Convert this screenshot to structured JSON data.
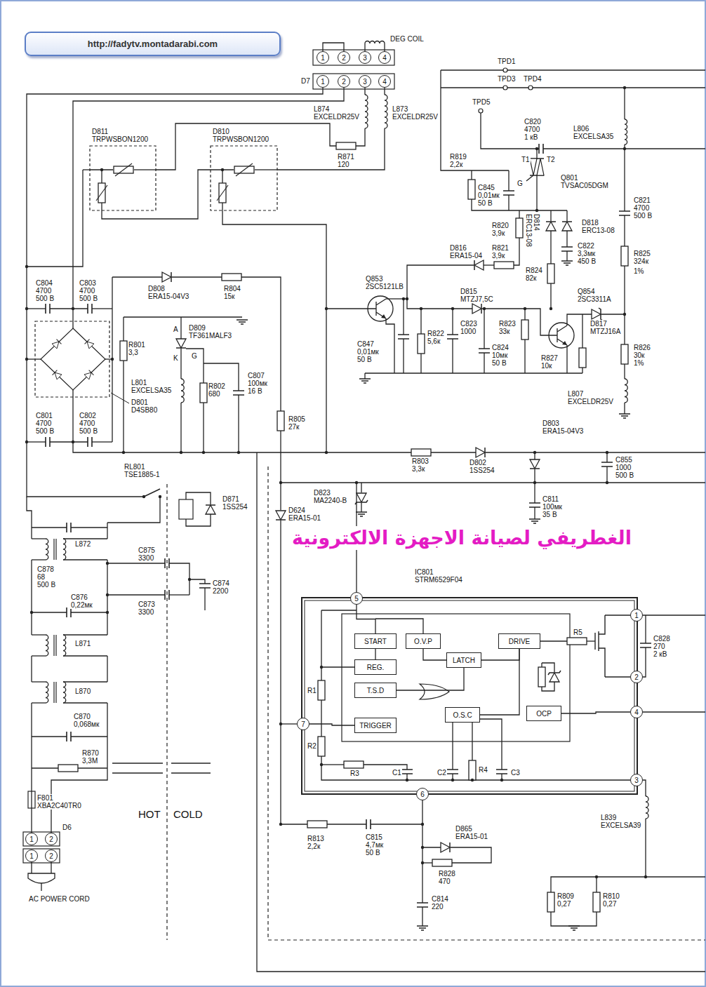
{
  "diagram": {
    "nodes": [
      {
        "text": [
          "http://fadytv.montadarabi.com"
        ]
      },
      {
        "text": [
          "1"
        ]
      },
      {
        "text": [
          "2"
        ]
      },
      {
        "text": [
          "3"
        ]
      },
      {
        "text": [
          "4"
        ]
      },
      {
        "text": [
          "1"
        ]
      },
      {
        "text": [
          "2"
        ]
      },
      {
        "text": [
          "3"
        ]
      },
      {
        "text": [
          "4"
        ]
      },
      {
        "text": [
          "5"
        ]
      },
      {
        "text": [
          "1"
        ]
      },
      {
        "text": [
          "START"
        ]
      },
      {
        "text": [
          "O.V.P"
        ]
      },
      {
        "text": [
          "DRIVE"
        ]
      },
      {
        "text": [
          "LATCH"
        ]
      },
      {
        "text": [
          "REG."
        ]
      },
      {
        "text": [
          "2"
        ]
      },
      {
        "text": [
          "T.S.D"
        ]
      },
      {
        "text": [
          "O.S.C"
        ]
      },
      {
        "text": [
          "OCP"
        ]
      },
      {
        "text": [
          "4"
        ]
      },
      {
        "text": [
          "7"
        ]
      },
      {
        "text": [
          "TRIGGER"
        ]
      },
      {
        "text": [
          "3"
        ]
      },
      {
        "text": [
          "6"
        ]
      },
      {
        "text": [
          "1"
        ]
      },
      {
        "text": [
          "2"
        ]
      },
      {
        "text": [
          "1"
        ]
      },
      {
        "text": [
          "2"
        ]
      }
    ],
    "edges": [
      {
        "from": 1,
        "to": 2,
        "arrow": "none"
      },
      {
        "from": 12,
        "to": 14,
        "arrow": "none"
      },
      {
        "from": 17,
        "to": 14,
        "arrow": "none"
      },
      {
        "from": 14,
        "to": 13,
        "arrow": "none"
      },
      {
        "from": 18,
        "to": 13,
        "arrow": "none"
      },
      {
        "from": 19,
        "to": 20,
        "arrow": "none"
      },
      {
        "from": 9,
        "to": 11,
        "arrow": "none"
      },
      {
        "from": 21,
        "to": 22,
        "arrow": "none"
      }
    ],
    "labels": [
      "DEG COIL",
      "D7",
      "TPD1",
      "TPD3",
      "TPD4",
      "TPD5",
      "L874",
      "EXCELDR25V",
      "L873",
      "EXCELDR25V",
      "C820",
      "4700",
      "1 кВ",
      "L806",
      "EXCELSA35",
      "D811",
      "TRPWSBON1200",
      "D810",
      "TRPWSBON1200",
      "R871",
      "120",
      "R819",
      "2,2к",
      "T1",
      "T2",
      "Q801",
      "TVSAC05DGM",
      "G",
      "C845",
      "0,01мк",
      "50 В",
      "C821",
      "4700",
      "500 В",
      "D814",
      "ERC13-08",
      "D818",
      "ERC13-08",
      "R820",
      "3,9к",
      "D816",
      "ERA15-04",
      "R821",
      "3,9к",
      "R824",
      "82к",
      "C822",
      "3,3мк",
      "450 В",
      "R825",
      "324к",
      "1%",
      "Q853",
      "2SC5121LB",
      "D815",
      "MTZJ7,5C",
      "Q854",
      "2SC3311A",
      "C847",
      "0,01мк",
      "50 В",
      "R822",
      "5,6к",
      "C823",
      "1000",
      "R823",
      "33к",
      "C824",
      "10мк",
      "50 В",
      "R827",
      "10к",
      "D817",
      "MTZJ16A",
      "R826",
      "30к",
      "1%",
      "L807",
      "EXCELDR25V",
      "C804",
      "4700",
      "500 В",
      "C803",
      "4700",
      "500 В",
      "D808",
      "ERA15-04V3",
      "R804",
      "15к",
      "R801",
      "3,3",
      "A",
      "D809",
      "TF361MALF3",
      "K",
      "G",
      "C807",
      "100мк",
      "16 В",
      "L801",
      "EXCELSA35",
      "R802",
      "680",
      "D801",
      "D4SB80",
      "C801",
      "4700",
      "500 В",
      "C802",
      "4700",
      "500 В",
      "R805",
      "27к",
      "D803",
      "ERA15-04V3",
      "R803",
      "3,3к",
      "D802",
      "1SS254",
      "C855",
      "1000",
      "500 В",
      "RL801",
      "TSE1885-1",
      "D871",
      "1SS254",
      "D823",
      "MA2240-B",
      "D624",
      "ERA15-01",
      "C811",
      "100мк",
      "35 В",
      "الغطريفي لصيانة الاجهزة الالكترونية",
      "L872",
      "C878",
      "68",
      "500 В",
      "C875",
      "3300",
      "C874",
      "2200",
      "C873",
      "3300",
      "C876",
      "0,22мк",
      "L871",
      "L870",
      "C870",
      "0,068мк",
      "R870",
      "3,3M",
      "F801",
      "XBA2C40TR0",
      "HOT",
      "COLD",
      "D6",
      "AC POWER CORD",
      "IC801",
      "STRM6529F04",
      "R5",
      "R1",
      "R2",
      "R3",
      "R4",
      "C1",
      "C2",
      "C3",
      "C828",
      "270",
      "2 кВ",
      "L839",
      "EXCELSA39",
      "R813",
      "2,2к",
      "C815",
      "4,7мк",
      "50 В",
      "D865",
      "ERA15-01",
      "R828",
      "470",
      "C814",
      "220",
      "R809",
      "0,27",
      "R810",
      "0,27"
    ]
  }
}
